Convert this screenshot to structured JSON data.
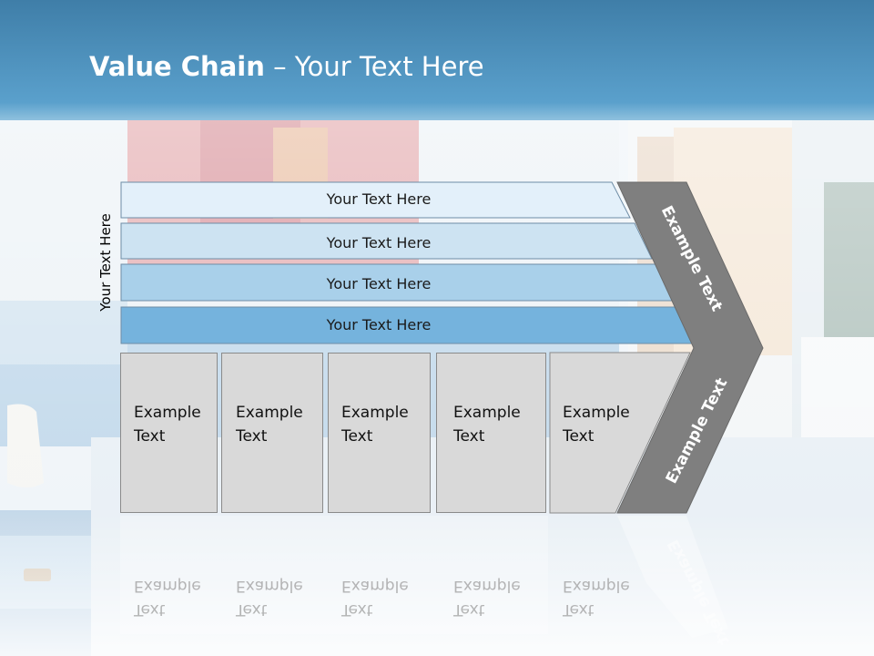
{
  "title": {
    "bold": "Value Chain",
    "rest": " – Your Text Here"
  },
  "side_label": "Your Text Here",
  "bars": [
    {
      "label": "Your Text Here",
      "color": "#e3f0fa"
    },
    {
      "label": "Your Text Here",
      "color": "#cde3f2"
    },
    {
      "label": "Your Text Here",
      "color": "#a9d0ea"
    },
    {
      "label": "Your Text Here",
      "color": "#75b3dd"
    }
  ],
  "boxes": [
    {
      "line1": "Example",
      "line2": "Text"
    },
    {
      "line1": "Example",
      "line2": "Text"
    },
    {
      "line1": "Example",
      "line2": "Text"
    },
    {
      "line1": "Example",
      "line2": "Text"
    },
    {
      "line1": "Example",
      "line2": "Text"
    }
  ],
  "chevron": {
    "upper": "Example Text",
    "lower": "Example Text",
    "color": "#7f7f7f"
  },
  "colors": {
    "header": "#4f94c0",
    "box_fill": "#d9d9d9"
  }
}
